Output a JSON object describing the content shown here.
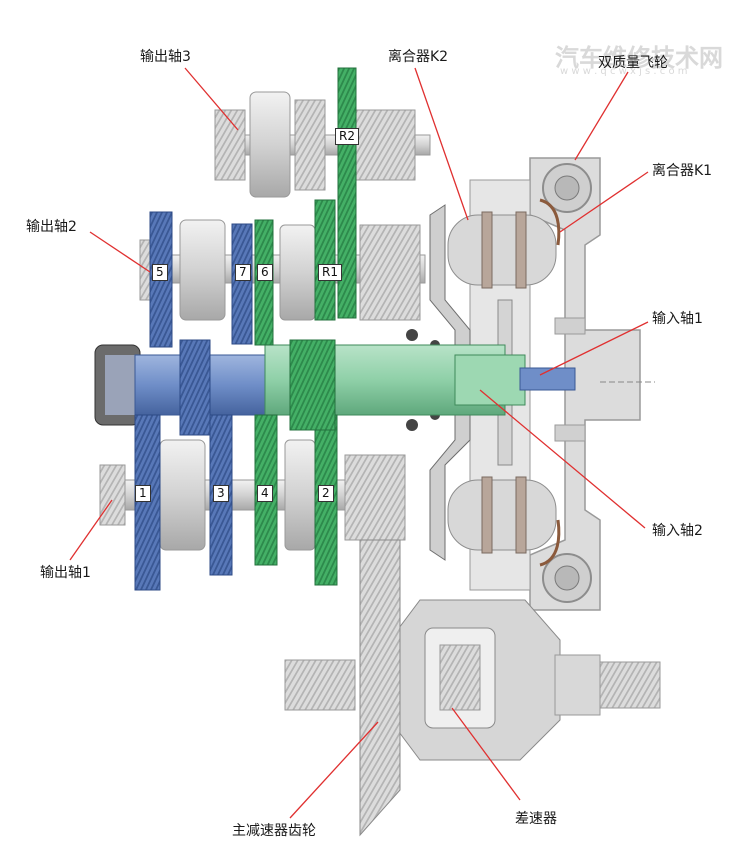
{
  "watermark": {
    "title": "汽车维修技术网",
    "url": "w w w . q c w x j s . c o m"
  },
  "labels": {
    "output_shaft_3": "输出轴3",
    "output_shaft_2": "输出轴2",
    "output_shaft_1": "输出轴1",
    "clutch_k2": "离合器K2",
    "clutch_k1": "离合器K1",
    "dual_mass_flywheel": "双质量飞轮",
    "input_shaft_1": "输入轴1",
    "input_shaft_2": "输入轴2",
    "final_drive_gear": "主减速器齿轮",
    "differential": "差速器"
  },
  "gear_tags": {
    "g1": "1",
    "g2": "2",
    "g3": "3",
    "g4": "4",
    "g5": "5",
    "g6": "6",
    "g7": "7",
    "r1": "R1",
    "r2": "R2"
  },
  "colors": {
    "odd_gears": "#5878b8",
    "even_gears": "#3fae62",
    "housing": "#d6d6d6",
    "shaft_green": "#8fd0a8",
    "leader_line": "#e03030"
  }
}
